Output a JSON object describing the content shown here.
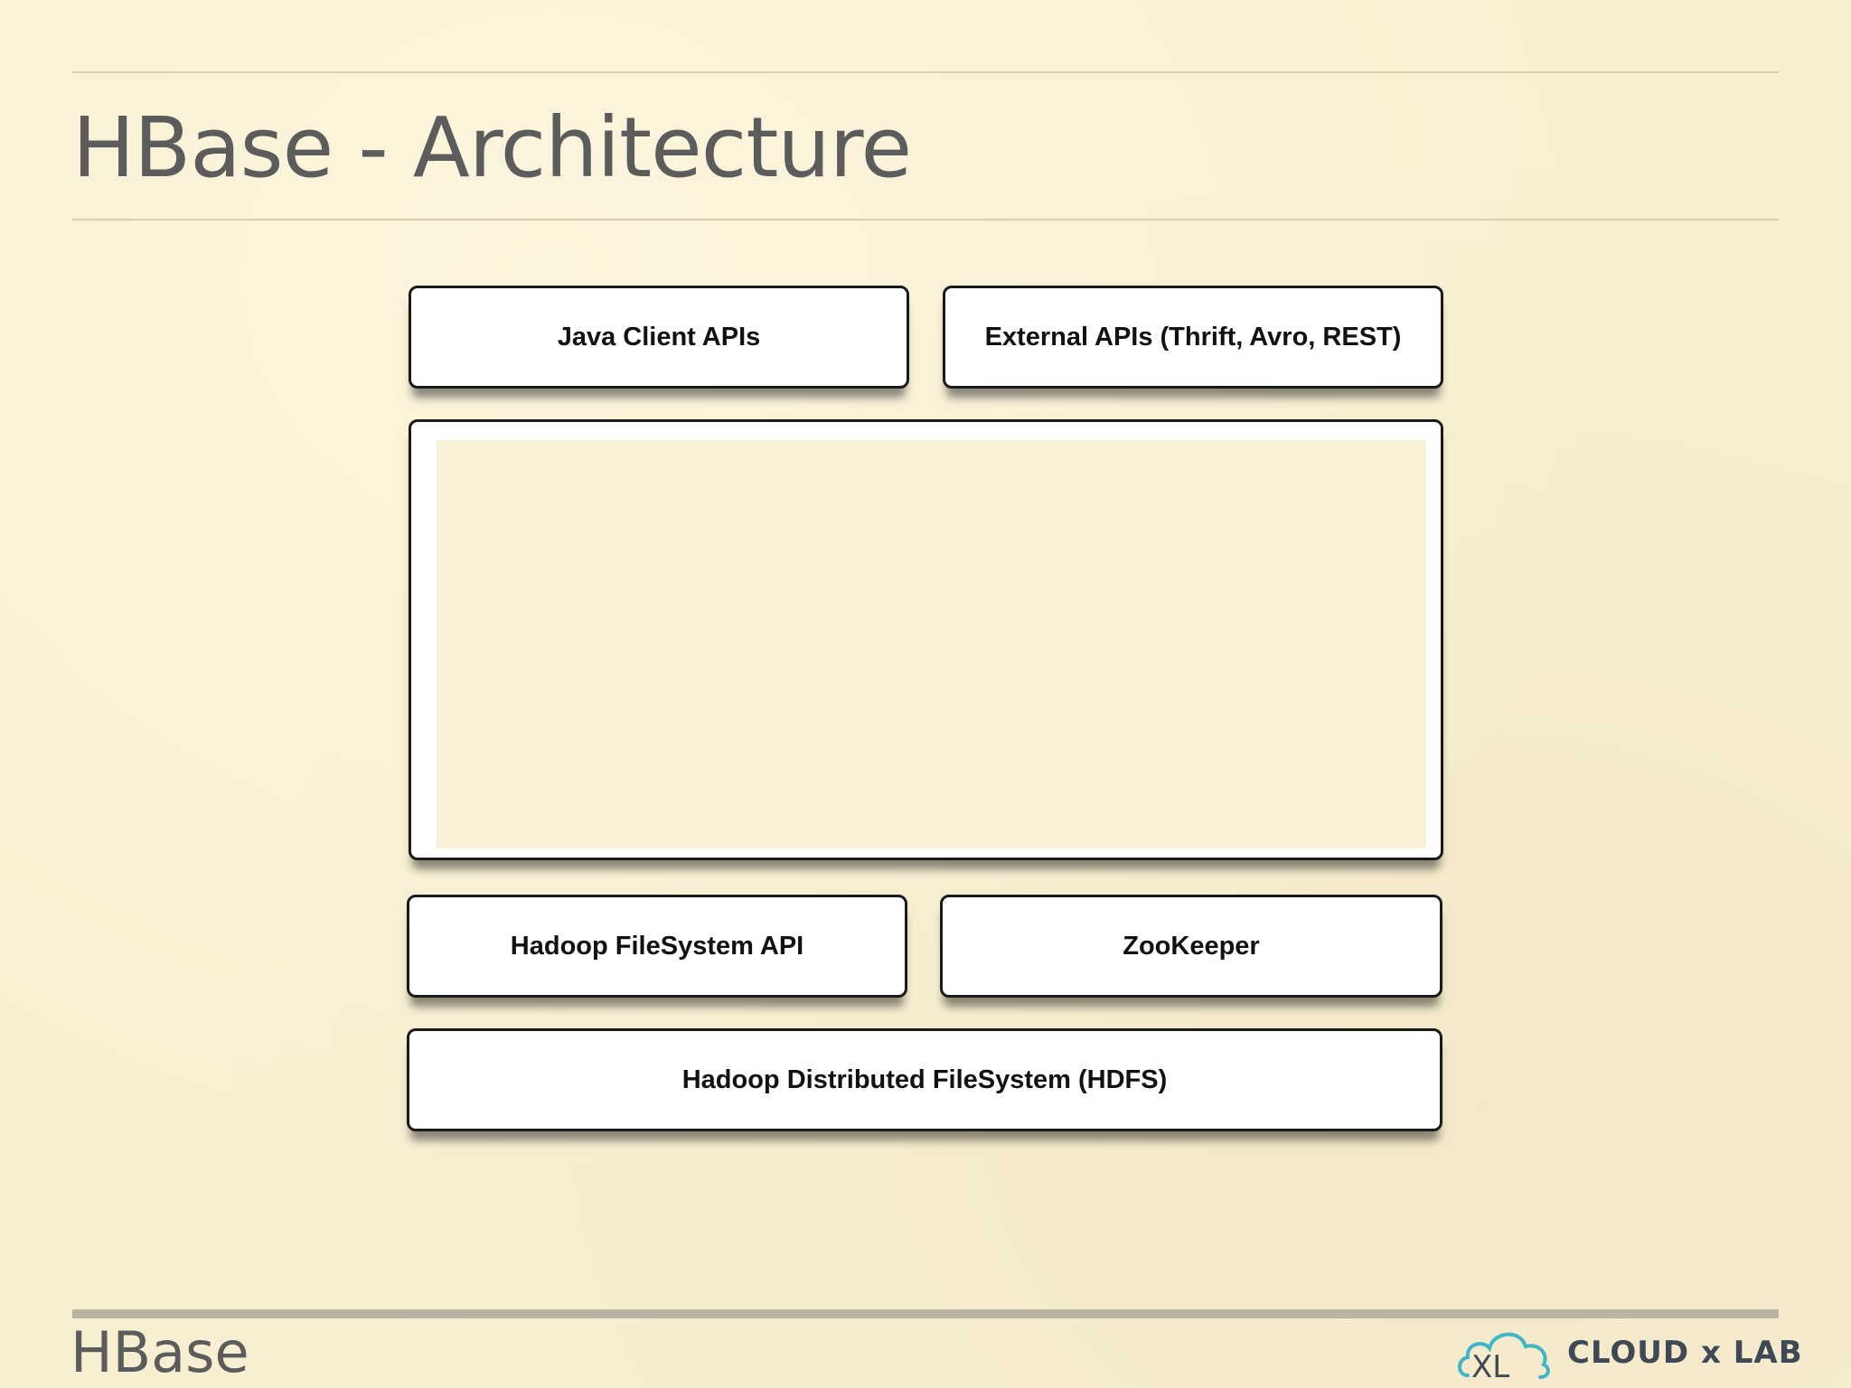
{
  "slide": {
    "title": "HBase - Architecture",
    "footer_title": "HBase"
  },
  "diagram": {
    "top_left": "Java Client APIs",
    "top_right": "External APIs (Thrift, Avro, REST)",
    "middle_label": "",
    "bottom_left": "Hadoop FileSystem API",
    "bottom_right": "ZooKeeper",
    "base": "Hadoop Distributed FileSystem (HDFS)"
  },
  "logo": {
    "text": "CLOUD x LAB",
    "icon": "cloud-icon",
    "colors": {
      "cloud": "#3fb6c8",
      "text": "#3d4a55"
    }
  },
  "colors": {
    "background": "#f8efd2",
    "title": "#5c5c5c",
    "box_fill": "#ffffff",
    "box_border": "#1a1a1a"
  }
}
